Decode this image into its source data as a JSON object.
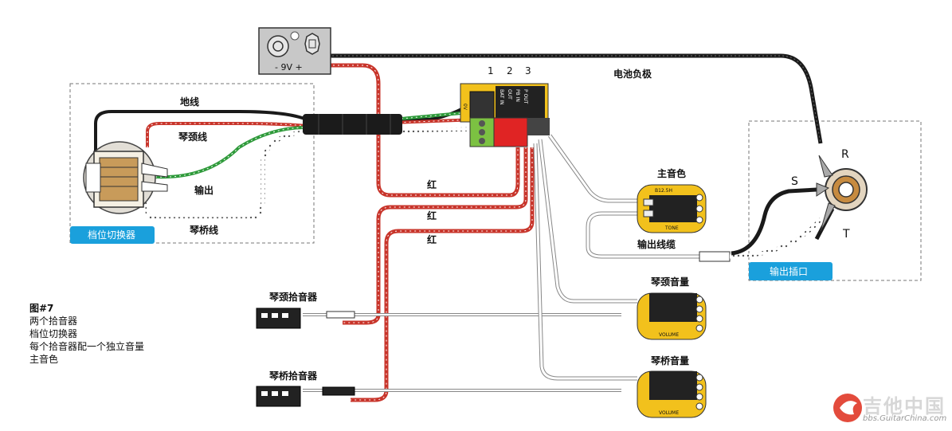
{
  "figure": {
    "title": "图#7",
    "lines": [
      "两个拾音器",
      "档位切换器",
      "每个拾音器配一个独立音量",
      "主音色"
    ]
  },
  "labels": {
    "ground_wire": "地线",
    "neck_wire": "琴颈线",
    "output_wire": "输出",
    "bridge_wire": "琴桥线",
    "red_1": "红",
    "red_2": "红",
    "red_3": "红",
    "battery_negative": "电池负极",
    "master_tone": "主音色",
    "output_cable": "输出线缆",
    "neck_volume": "琴颈音量",
    "bridge_volume": "琴桥音量",
    "neck_pickup": "琴颈拾音器",
    "bridge_pickup": "琴桥拾音器",
    "jack_s": "S",
    "jack_r": "R",
    "jack_t": "T"
  },
  "tags": {
    "switch": "档位切换器",
    "output_jack": "输出插口"
  },
  "battery": {
    "label": "- 9V +"
  },
  "connector": {
    "pin_1": "1",
    "pin_2": "2",
    "pin_3": "3",
    "pins": [
      "0V",
      "BAT IN",
      "OUT",
      "PB IN",
      "P OUT"
    ]
  },
  "pots": {
    "tone_marking": "TONE",
    "tone_part": "B12.5H",
    "volume_marking": "VOLUME"
  },
  "watermark": {
    "brand": "吉他中国",
    "url": "bbs.GuitarChina.com"
  },
  "colors": {
    "wire_red": "#c8352b",
    "wire_green": "#2e9a3a",
    "wire_black": "#1a1a1a",
    "wire_white": "#ffffff",
    "board_yellow": "#f2c11c",
    "tag_blue": "#1aa0dc",
    "connector_green": "#7cc142",
    "connector_red": "#e02424"
  }
}
